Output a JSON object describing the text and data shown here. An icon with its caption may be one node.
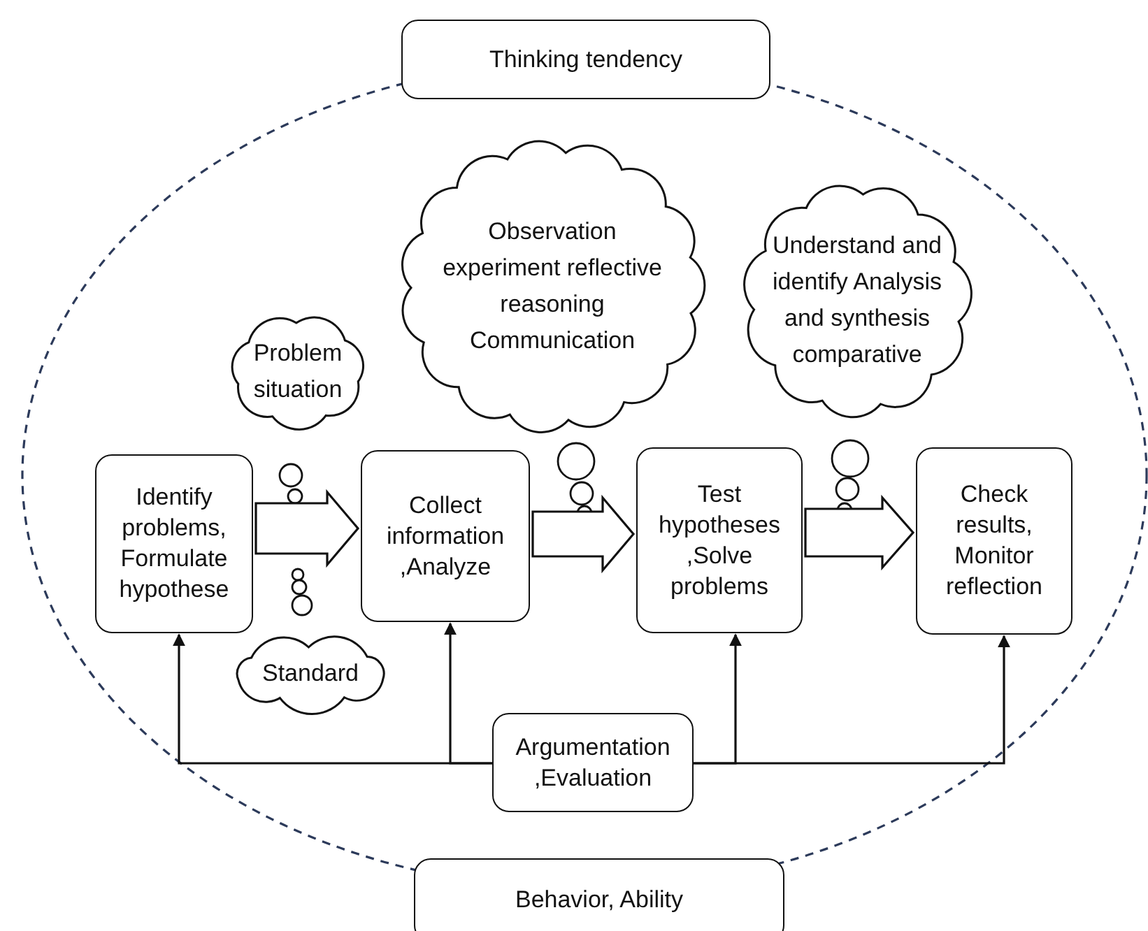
{
  "diagram": {
    "nodes": [
      {
        "text": [
          "Thinking tendency"
        ]
      },
      {
        "text": [
          "Behavior, Ability"
        ]
      },
      {
        "text": [
          "Problem situation"
        ]
      },
      {
        "text": [
          "Observation experiment reflective reasoning Communication"
        ]
      },
      {
        "text": [
          "Understand and identify Analysis and synthesis comparative"
        ]
      },
      {
        "text": [
          "Identify problems, Formulate hypothese"
        ]
      },
      {
        "text": [
          "Collect information ,Analyze"
        ]
      },
      {
        "text": [
          "Test hypotheses ,Solve problems"
        ]
      },
      {
        "text": [
          "Check results, Monitor reflection"
        ]
      },
      {
        "text": [
          "Standard"
        ]
      },
      {
        "text": [
          "Argumentation ,Evaluation"
        ]
      }
    ],
    "edges": [
      {
        "from": 5,
        "to": 6,
        "arrow": "to"
      },
      {
        "from": 6,
        "to": 7,
        "arrow": "to"
      },
      {
        "from": 7,
        "to": 8,
        "arrow": "to"
      },
      {
        "from": 10,
        "to": 5,
        "arrow": "to"
      },
      {
        "from": 10,
        "to": 6,
        "arrow": "to"
      },
      {
        "from": 10,
        "to": 7,
        "arrow": "to"
      },
      {
        "from": 10,
        "to": 8,
        "arrow": "to"
      }
    ]
  }
}
